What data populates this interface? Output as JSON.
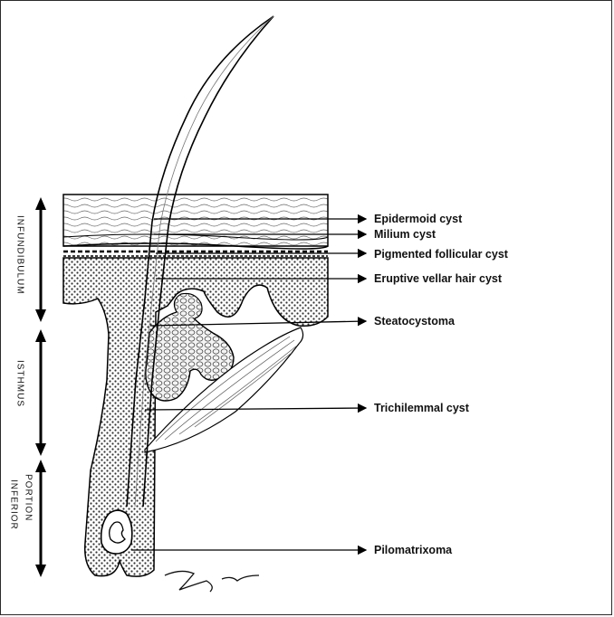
{
  "labels": {
    "epidermoid": "Epidermoid cyst",
    "milium": "Milium cyst",
    "pigmented": "Pigmented follicular cyst",
    "eruptive": "Eruptive vellar hair cyst",
    "steatocystoma": "Steatocystoma",
    "trichilemmal": "Trichilemmal cyst",
    "pilomatrixoma": "Pilomatrixoma"
  },
  "zones": {
    "infundibulum": "INFUNDIBULUM",
    "isthmus": "ISTHMUS",
    "inferior_1": "INFERIOR",
    "inferior_2": "PORTION"
  }
}
